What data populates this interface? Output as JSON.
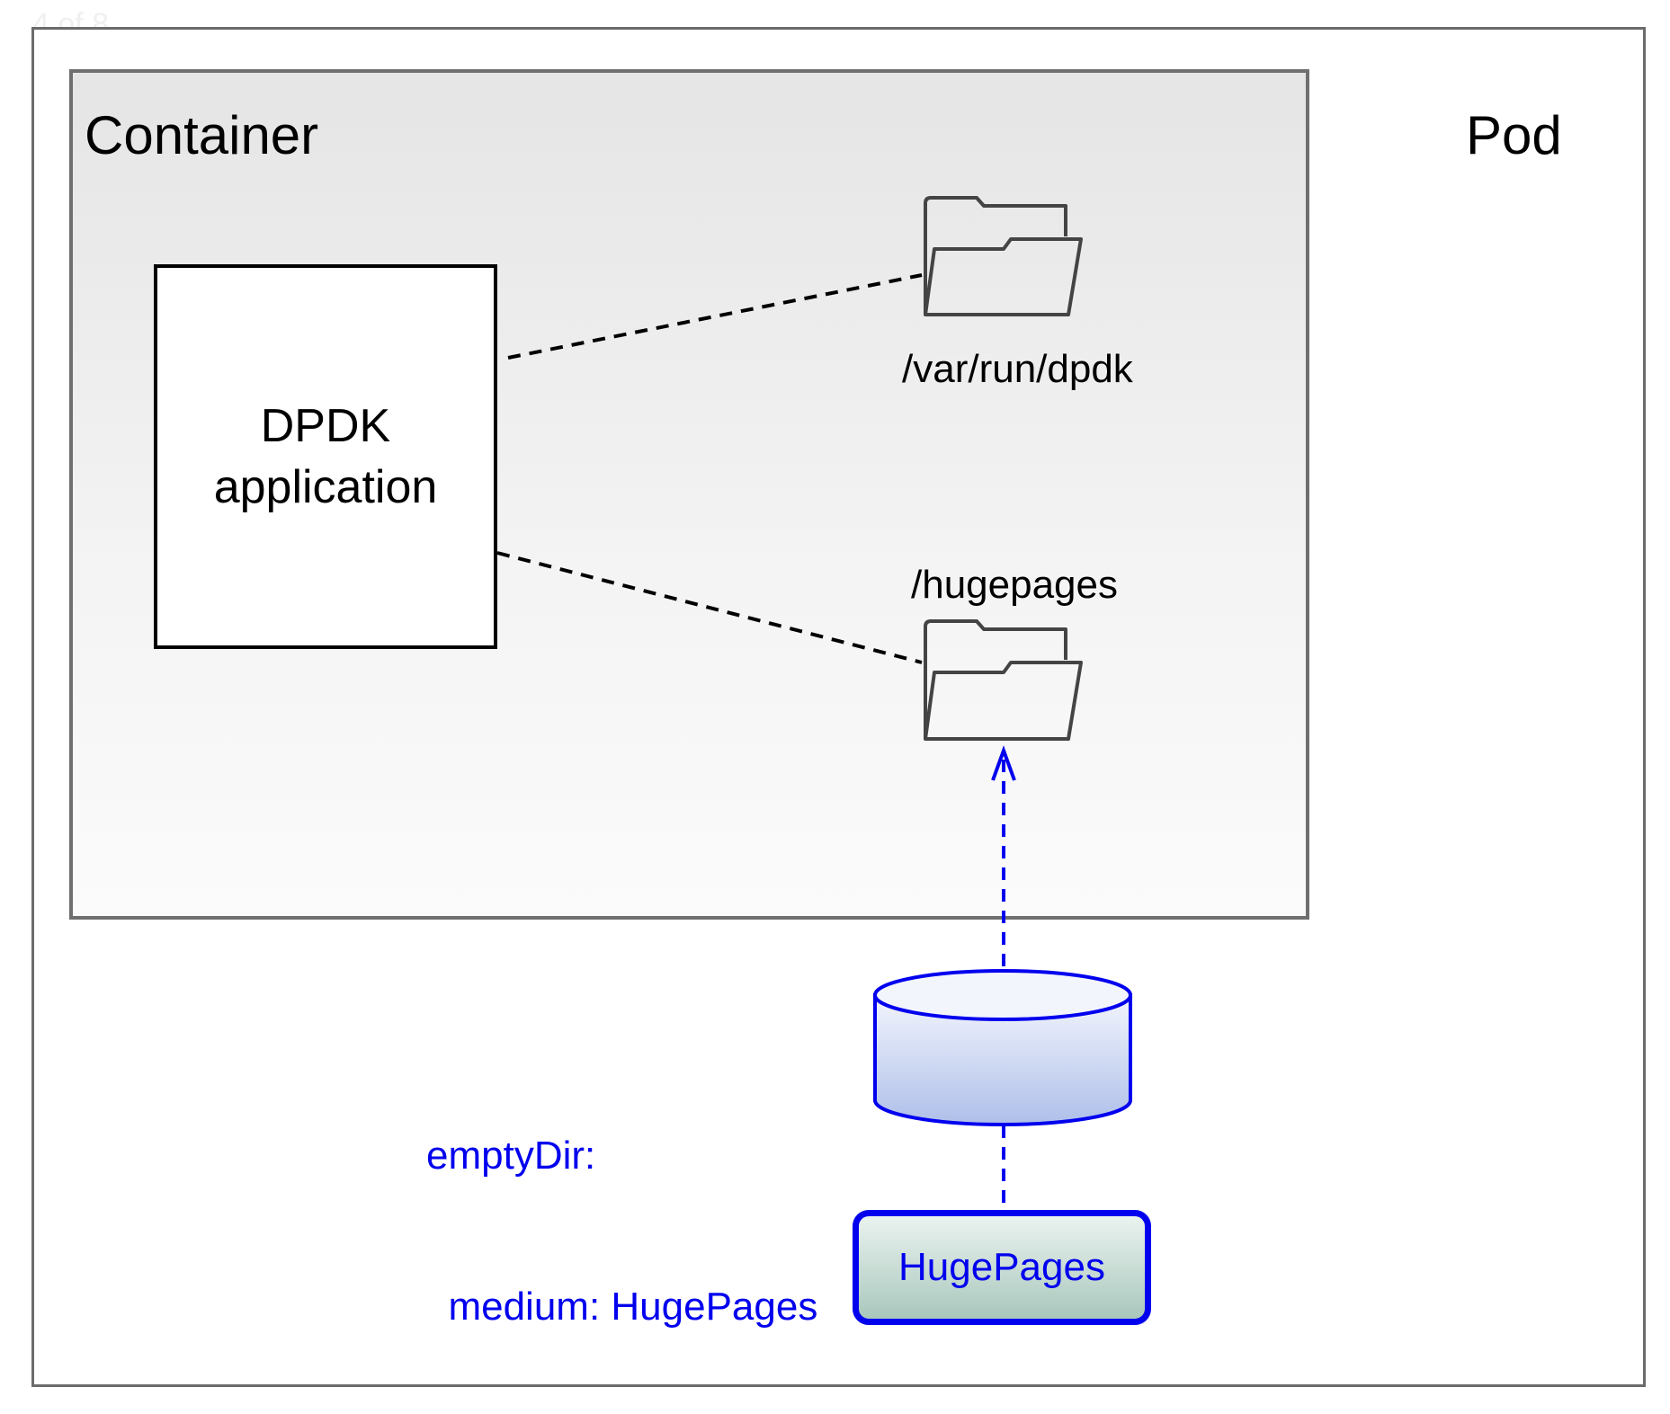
{
  "page_counter": "4 of 8",
  "pod": {
    "title": "Pod"
  },
  "container": {
    "title": "Container"
  },
  "app": {
    "line1": "DPDK",
    "line2": "application"
  },
  "folders": [
    {
      "path": "/var/run/dpdk",
      "icon": "folder-icon"
    },
    {
      "path": "/hugepages",
      "icon": "folder-icon"
    }
  ],
  "volume": {
    "spec_line1": "emptyDir:",
    "spec_line2": "  medium: HugePages",
    "icon": "cylinder-icon"
  },
  "hugepages": {
    "label": "HugePages"
  },
  "colors": {
    "accent_blue": "#0000ee",
    "border_gray": "#6f6f6f",
    "folder_stroke": "#444444"
  }
}
